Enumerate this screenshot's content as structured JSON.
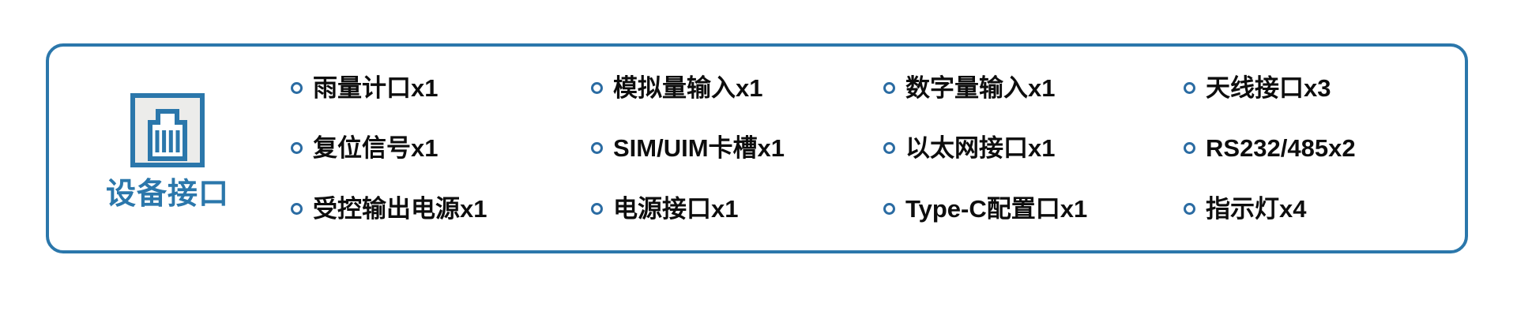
{
  "card": {
    "accent_color": "#2b77ab",
    "bullet_color": "#2b6ca3",
    "text_color": "#0d0d0d",
    "icon_fill": "#ececea"
  },
  "identity": {
    "icon": "rj45-port-icon",
    "label": "设备接口"
  },
  "features": [
    {
      "label": "雨量计口x1"
    },
    {
      "label": "模拟量输入x1"
    },
    {
      "label": "数字量输入x1"
    },
    {
      "label": "天线接口x3"
    },
    {
      "label": "复位信号x1"
    },
    {
      "label": "SIM/UIM卡槽x1"
    },
    {
      "label": "以太网接口x1"
    },
    {
      "label": "RS232/485x2"
    },
    {
      "label": "受控输出电源x1"
    },
    {
      "label": "电源接口x1"
    },
    {
      "label": "Type-C配置口x1"
    },
    {
      "label": "指示灯x4"
    }
  ]
}
